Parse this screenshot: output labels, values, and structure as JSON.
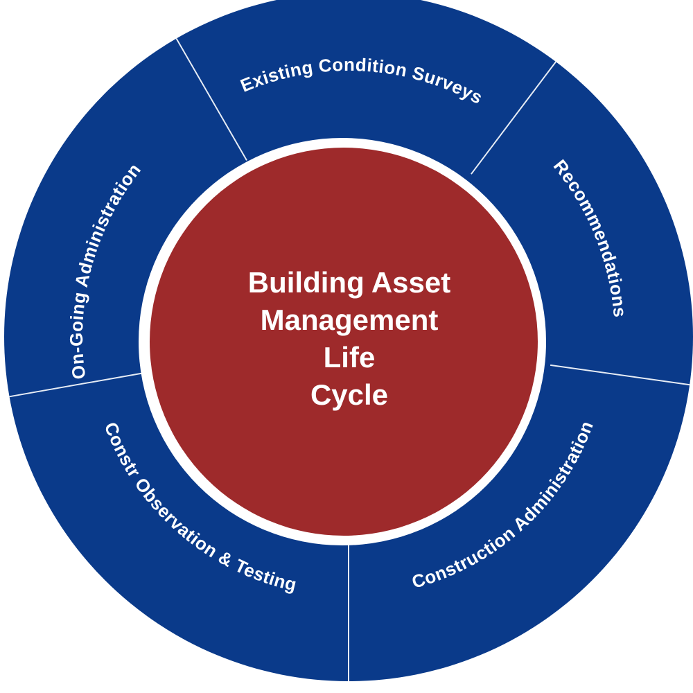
{
  "colors": {
    "ring": "#0a3a8a",
    "center": "#9e2a2b",
    "divider": "#e6ecf5",
    "gap": "#ffffff",
    "text": "#ffffff"
  },
  "center": {
    "lines": [
      "Building Asset",
      "Management",
      "Life",
      "Cycle"
    ]
  },
  "segments": [
    {
      "label": "Existing Condition Surveys"
    },
    {
      "label": "Recommendations"
    },
    {
      "label": "Construction Administration"
    },
    {
      "label": "Constr Observation & Testing"
    },
    {
      "label": "On-Going Administration"
    }
  ]
}
